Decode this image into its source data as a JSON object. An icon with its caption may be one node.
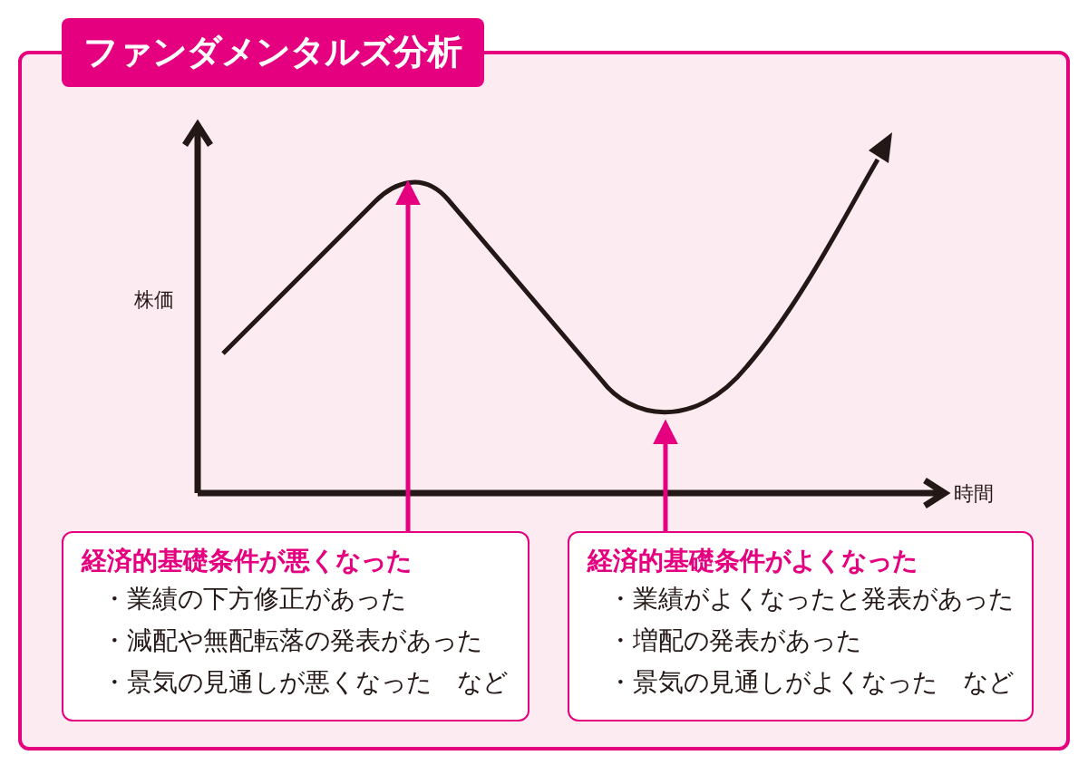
{
  "diagram": {
    "nodes": [
      {
        "text": [
          "ファンダメンタルズ分析"
        ]
      },
      {
        "text": [
          "経済的基礎条件が悪くなった",
          "・業績の下方修正があった",
          "・減配や無配転落の発表があった",
          "・景気の見通しが悪くなった　など"
        ],
        "in": 0
      },
      {
        "text": [
          "経済的基礎条件がよくなった",
          "・業績がよくなったと発表があった",
          "・増配の発表があった",
          "・景気の見通しがよくなった　など"
        ],
        "in": 0
      }
    ],
    "edges": [
      {
        "from": 1,
        "to": null,
        "arrow": "to"
      },
      {
        "from": 2,
        "to": null,
        "arrow": "to"
      }
    ],
    "labels": [
      "株価",
      "時間"
    ]
  }
}
